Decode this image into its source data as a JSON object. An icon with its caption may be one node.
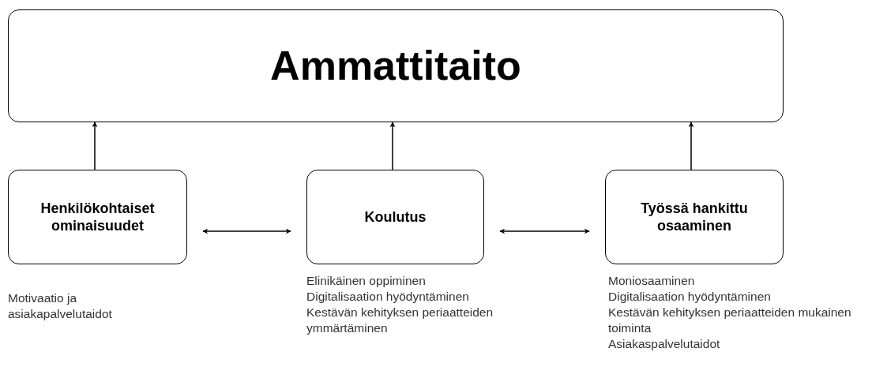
{
  "diagram": {
    "nodes": [
      {
        "text": [
          "Ammattitaito"
        ]
      },
      {
        "text": [
          "Henkilökohtaiset ominaisuudet"
        ],
        "beside": [
          "Motivaatio ja asiakapalvelutaidot"
        ]
      },
      {
        "text": [
          "Koulutus"
        ],
        "beside": [
          "Elinikäinen oppiminen",
          "Digitalisaation hyödyntäminen",
          "Kestävän kehityksen periaatteiden ymmärtäminen"
        ]
      },
      {
        "text": [
          "Työssä hankittu osaaminen"
        ],
        "beside": [
          "Moniosaaminen",
          "Digitalisaation hyödyntäminen",
          "Kestävän kehityksen periaatteiden mukainen toiminta",
          "Asiakaspalvelutaidot"
        ]
      }
    ],
    "edges": [
      {
        "from": 1,
        "to": 0,
        "arrow": "to"
      },
      {
        "from": 2,
        "to": 0,
        "arrow": "to"
      },
      {
        "from": 3,
        "to": 0,
        "arrow": "to"
      },
      {
        "from": 1,
        "to": 2,
        "arrow": "both"
      },
      {
        "from": 2,
        "to": 3,
        "arrow": "both"
      }
    ]
  }
}
